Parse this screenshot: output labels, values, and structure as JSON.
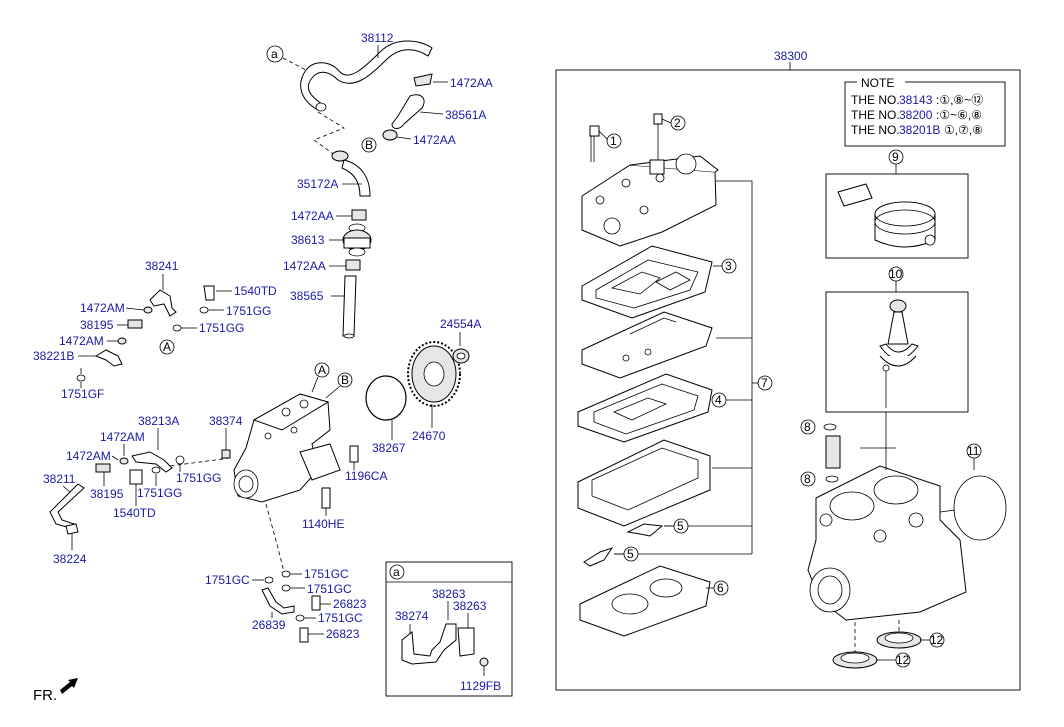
{
  "main_group": "38300",
  "note": {
    "title": "NOTE",
    "prefix": "THE NO.",
    "rows": [
      {
        "part": "38143",
        "refs": ":①,⑧~⑫"
      },
      {
        "part": "38200",
        "refs": ":①~⑥,⑧"
      },
      {
        "part": "38201B",
        "refs": "①,⑦,⑧"
      }
    ]
  },
  "labels": {
    "p38112": "38112",
    "p1472AA_1": "1472AA",
    "p38561A": "38561A",
    "p1472AA_2": "1472AA",
    "p35172A": "35172A",
    "p1472AA_3": "1472AA",
    "p38613": "38613",
    "p1472AA_4": "1472AA",
    "p38565": "38565",
    "p38241": "38241",
    "p1540TD_1": "1540TD",
    "p1472AM_1": "1472AM",
    "p1751GG_1": "1751GG",
    "p38195_1": "38195",
    "p1751GG_2": "1751GG",
    "p1472AM_2": "1472AM",
    "p38221B": "38221B",
    "p1751GF": "1751GF",
    "p24554A": "24554A",
    "p38267": "38267",
    "p24670": "24670",
    "p38374": "38374",
    "p38213A": "38213A",
    "p1472AM_3": "1472AM",
    "p1472AM_4": "1472AM",
    "p1751GG_3": "1751GG",
    "p38211": "38211",
    "p38195_2": "38195",
    "p1751GG_4": "1751GG",
    "p1540TD_2": "1540TD",
    "p38224": "38224",
    "p1196CA": "1196CA",
    "p1140HE": "1140HE",
    "p1751GC_1": "1751GC",
    "p1751GC_2": "1751GC",
    "p1751GC_3": "1751GC",
    "p26823_1": "26823",
    "p26839": "26839",
    "p1751GC_4": "1751GC",
    "p26823_2": "26823",
    "p38263_1": "38263",
    "p38263_2": "38263",
    "p38274": "38274",
    "p1129FB": "1129FB"
  },
  "ref_letters": {
    "a": "a",
    "b": "B",
    "A": "A"
  },
  "callouts": [
    "1",
    "2",
    "3",
    "4",
    "5",
    "5",
    "6",
    "7",
    "8",
    "8",
    "9",
    "10",
    "11",
    "12",
    "12"
  ],
  "front_label": "FR."
}
